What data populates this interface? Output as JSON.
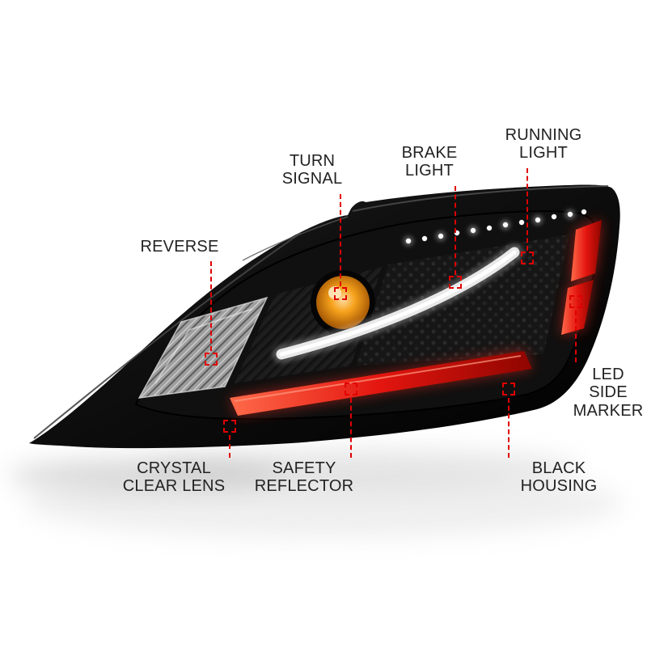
{
  "colors": {
    "leader_red": "#e10000",
    "label_text": "#222222",
    "housing_black": "#0a0a0a",
    "lens_gray": "#a8a8a8",
    "turn_amber": "#f6a21c",
    "reflector_red": "#e3150f",
    "page_bg": "#ffffff"
  },
  "callouts": {
    "turn_signal": {
      "label": "TURN\nSIGNAL"
    },
    "brake_light": {
      "label": "BRAKE\nLIGHT"
    },
    "running_light": {
      "label": "RUNNING\nLIGHT"
    },
    "reverse": {
      "label": "REVERSE"
    },
    "led_side_marker": {
      "label": "LED\nSIDE\nMARKER"
    },
    "crystal_clear_lens": {
      "label": "CRYSTAL\nCLEAR LENS"
    },
    "safety_reflector": {
      "label": "SAFETY\nREFLECTOR"
    },
    "black_housing": {
      "label": "BLACK\nHOUSING"
    }
  }
}
